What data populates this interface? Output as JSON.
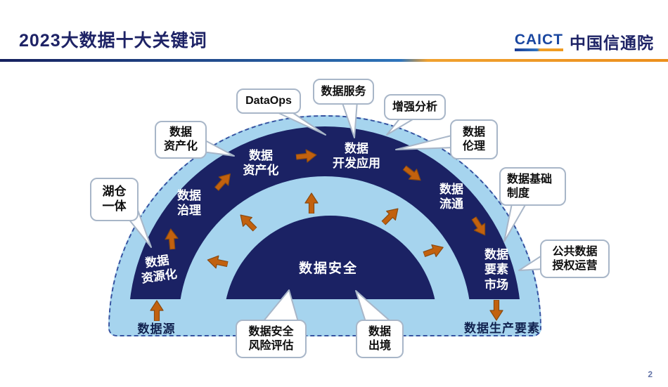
{
  "header": {
    "title": "2023大数据十大关键词",
    "logo_text": "CAICT",
    "logo_org": "中国信通院"
  },
  "footer": {
    "page_number": "2"
  },
  "colors": {
    "navy": "#1B2264",
    "light_blue": "#A6D4EE",
    "arrow_orange": "#C2610E",
    "title_navy": "#1E2366",
    "divider_blue": "#2E74B5",
    "divider_orange": "#EC8F1C",
    "callout_border": "#A8B6C8",
    "dashed_border": "#3552A0"
  },
  "diagram": {
    "center_label": "数据安全",
    "ring_labels": {
      "resourcization": "数据\n资源化",
      "governance": "数据\n治理",
      "capitalization": "数据\n资产化",
      "dev_application": "数据\n开发应用",
      "circulation": "数据\n流通",
      "element_market": "数据\n要素\n市场"
    },
    "callouts": {
      "lakehouse": "湖仓\n一体",
      "capitalization": "数据\n资产化",
      "dataops": "DataOps",
      "data_service": "数据服务",
      "augmented_analytics": "增强分析",
      "data_ethics": "数据\n伦理",
      "data_basic_system": "数据基础\n制度",
      "public_data_operation": "公共数据\n授权运营",
      "security_risk_assessment": "数据安全\n风险评估",
      "cross_border": "数据\n出境"
    },
    "source_label": "数据源",
    "output_label": "数据生产要素"
  }
}
